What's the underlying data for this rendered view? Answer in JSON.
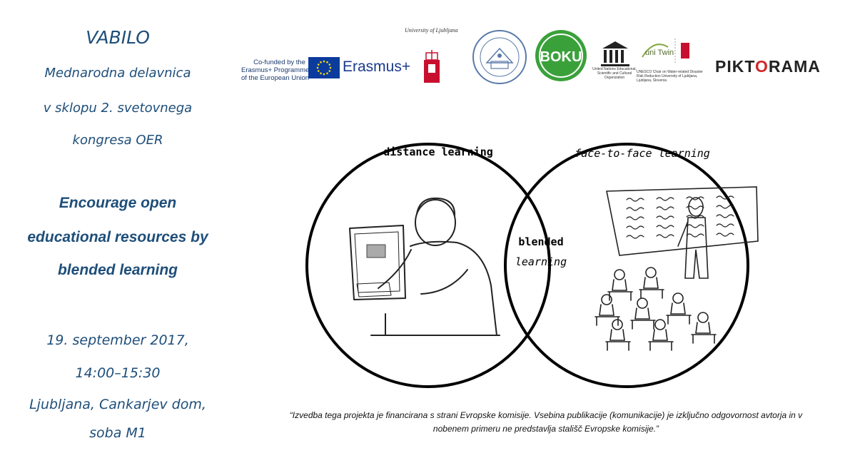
{
  "invitation": {
    "heading": "VABILO",
    "subtitle_lines": [
      "Mednarodna delavnica",
      "v sklopu 2. svetovnega",
      "kongresa OER"
    ],
    "title_lines": [
      "Encourage open",
      "educational resources by",
      "blended learning"
    ],
    "date_lines": [
      "19. september 2017,",
      "14:00–15:30"
    ],
    "location_lines": [
      "Ljubljana, Cankarjev dom,",
      "soba M1"
    ]
  },
  "logos": {
    "erasmus_text_lines": [
      "Co-funded by the",
      "Erasmus+ Programme",
      "of the European Union"
    ],
    "erasmus_plus": "Erasmus+",
    "university_ljubljana": "University of Ljubljana",
    "boku": "BOKU",
    "unesco_text": "United Nations Educational, Scientific and Cultural Organization",
    "unitwin_label": "uni Twin",
    "unitwin_text": "UNESCO Chair on Water-related Disaster Risk Reduction University of Ljubljana, Ljubljana, Slovenia",
    "piktorama_pre": "PIKT",
    "piktorama_o": "O",
    "piktorama_post": "RAMA",
    "colors": {
      "eu_blue": "#0b3b9c",
      "eu_star": "#ffdd00",
      "boku_green": "#3aa13a",
      "unilj_red": "#c8102e",
      "piktorama_red": "#d2262c"
    }
  },
  "venn": {
    "left_label": "distance learning",
    "right_label": "face-to-face learning",
    "center_label_line1": "blended",
    "center_label_line2": "learning",
    "left_icon": "person-laptop-illustration",
    "right_icon": "classroom-illustration"
  },
  "footer": {
    "line1": "“Izvedba tega projekta je financirana s strani Evropske komisije. Vsebina publikacije (komunikacije) je izključno odgovornost avtorja in v",
    "line2": "nobenem primeru ne predstavlja stališč Evropske komisije.”"
  },
  "theme": {
    "text_blue": "#1e4e79"
  }
}
